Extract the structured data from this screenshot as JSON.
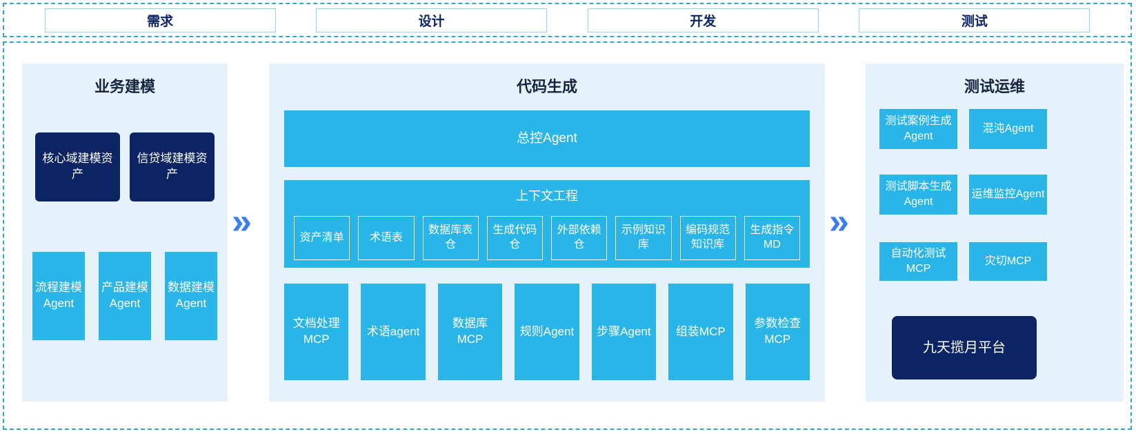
{
  "phases": [
    "需求",
    "设计",
    "开发",
    "测试"
  ],
  "business": {
    "title": "业务建模",
    "assets": [
      "核心域建模资产",
      "信贷域建模资产"
    ],
    "agents": [
      "流程建模Agent",
      "产品建模Agent",
      "数据建模Agent"
    ]
  },
  "codegen": {
    "title": "代码生成",
    "master_agent": "总控Agent",
    "context": {
      "title": "上下文工程",
      "items": [
        "资产清单",
        "术语表",
        "数据库表仓",
        "生成代码仓",
        "外部依赖仓",
        "示例知识库",
        "编码规范知识库",
        "生成指令MD"
      ]
    },
    "tools": [
      "文档处理MCP",
      "术语agent",
      "数据库MCP",
      "规则Agent",
      "步骤Agent",
      "组装MCP",
      "参数检查MCP"
    ]
  },
  "testing": {
    "title": "测试运维",
    "boxes": [
      "测试案例生成Agent",
      "混沌Agent",
      "测试脚本生成Agent",
      "运维监控Agent",
      "自动化测试MCP",
      "灾切MCP"
    ],
    "platform": "九天揽月平台"
  },
  "arrows": {
    "glyph": "»"
  },
  "colors": {
    "cyan": "#29b5e8",
    "navy": "#0d2464",
    "panel_bg": "#e6f2fb",
    "dashed_border": "#2fa8c8",
    "phase_border": "#8ed5ef",
    "arrow_blue": "#3c7ee8"
  }
}
